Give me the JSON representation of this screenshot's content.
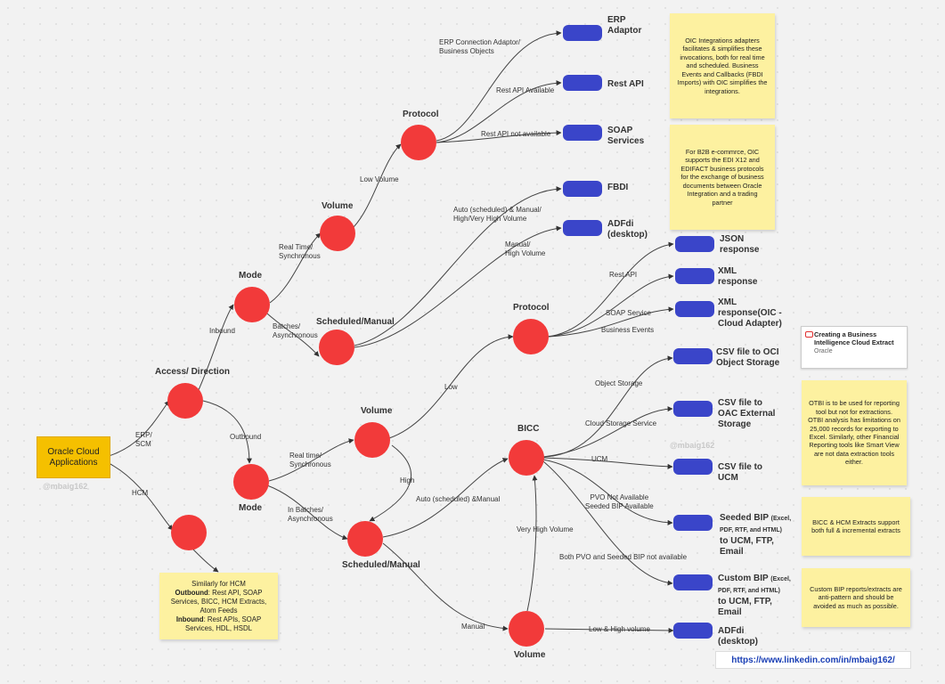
{
  "root": "Oracle Cloud Applications",
  "watermark": "@mbaig162",
  "nodes": {
    "access": "Access/ Direction",
    "mode_in": "Mode",
    "mode_out": "Mode",
    "volume_in": "Volume",
    "sched_in": "Scheduled/Manual",
    "protocol_in": "Protocol",
    "volume_out": "Volume",
    "sched_out": "Scheduled/Manual",
    "protocol_out": "Protocol",
    "bicc": "BICC",
    "volume_bottom": "Volume"
  },
  "edge_labels": {
    "erp_scm": "ERP/\nSCM",
    "hcm": "HCM",
    "inbound": "Inbound",
    "outbound": "Outbound",
    "realtime_sync": "Real Time/\nSynchronous",
    "batches_async": "Batches/\nAsynchronous",
    "low_volume": "Low Volume",
    "erp_conn": "ERP Connection Adaptor/\nBusiness Objects",
    "rest_avail": "Rest API Available",
    "rest_not": "Rest API not available",
    "auto_manual_high": "Auto (scheduled) & Manual/\nHigh/Very High Volume",
    "manual_high": "Manual/\nHigh Volume",
    "realtime_sync2": "Real time/\nSynchronous",
    "in_batches": "In Batches/\nAsynchronous",
    "low": "Low",
    "high": "High",
    "rest_api": "Rest API",
    "soap_service": "SOAP Service",
    "business_events": "Business Events",
    "auto_manual": "Auto (scheduled) &Manual",
    "manual": "Manual",
    "object_storage": "Object Storage",
    "cloud_storage": "Cloud Storage Service",
    "ucm": "UCM",
    "pvo_not": "PVO Not Available\nSeeded BIP Available",
    "both_not": "Both PVO and Seeded BIP not available",
    "very_high": "Very High Volume",
    "low_high": "Low & High volume"
  },
  "outputs": {
    "erp_adaptor": "ERP\nAdaptor",
    "rest_api": "Rest API",
    "soap_services": "SOAP\nServices",
    "fbdi": "FBDI",
    "adfdi_desktop": "ADFdi\n(desktop)",
    "json_response": "JSON\nresponse",
    "xml_response": "XML\nresponse",
    "xml_oic": "XML\nresponse(OIC -\nCloud Adapter)",
    "csv_oci": "CSV file to OCI\nObject Storage",
    "csv_oac": "CSV file to\nOAC External\nStorage",
    "csv_ucm": "CSV file to\nUCM",
    "seeded_bip_a": "Seeded BIP",
    "seeded_bip_b": "(Excel,\nPDF, RTF, and HTML)",
    "seeded_bip_c": "to UCM, FTP,\nEmail",
    "custom_bip_a": "Custom BIP",
    "custom_bip_b": "(Excel,\nPDF, RTF, and HTML)",
    "custom_bip_c": "to UCM, FTP,\nEmail",
    "adfdi_bottom": "ADFdi\n(desktop)"
  },
  "notes": {
    "oic": "OIC Integrations adapters facilitates & simplifies these invocations, both for real time and scheduled. Business Events and Callbacks (FBDI Imports) with OIC simplifies the integrations.",
    "b2b": "For B2B e-commrce, OIC supports the EDI X12 and EDIFACT business protocols for the exchange of business documents between Oracle Integration and a trading partner",
    "otbi": "OTBI is to be used for reporting tool but not for extractions. OTBI analysis has limitations on 25,000 records for exporting to Excel. Similarly, other Financial Reporting tools like Smart View are not data extraction tools either.",
    "bicc_hcm": "BICC & HCM Extracts support both full & incremental extracts",
    "custom_bip": "Custom BIP reports/extracts are anti-pattern and should be avoided as much as possible.",
    "hcm_line1": "Similarly for HCM",
    "hcm_outbound_label": "Outbound",
    "hcm_outbound": ": Rest API, SOAP Services, BICC, HCM Extracts, Atom Feeds",
    "hcm_inbound_label": "Inbound",
    "hcm_inbound": ": Rest APIs, SOAP Services, HDL, HSDL"
  },
  "card": {
    "title": "Creating a Business Intelligence Cloud Extract",
    "subtitle": "Oracle"
  },
  "link": "https://www.linkedin.com/in/mbaig162/",
  "colors": {
    "node": "#f23a3a",
    "pill": "#3a45c9",
    "note": "#fdf1a0",
    "root": "#f5c000"
  }
}
